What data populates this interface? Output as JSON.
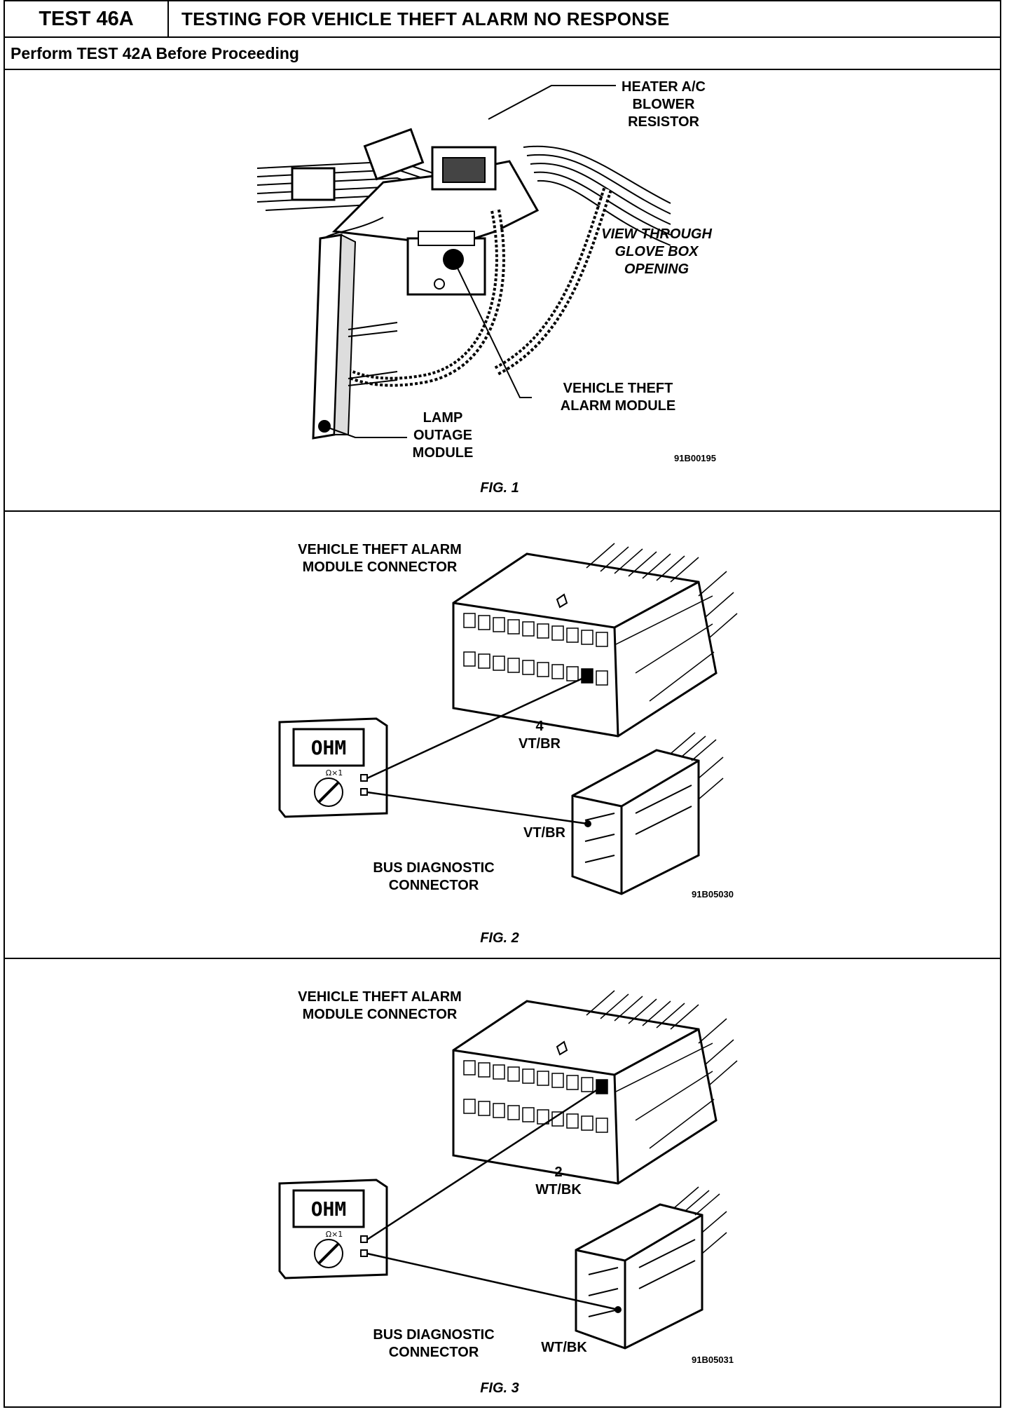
{
  "header": {
    "test_id": "TEST 46A",
    "title": "TESTING FOR VEHICLE THEFT ALARM NO RESPONSE"
  },
  "subheader": "Perform TEST 42A Before Proceeding",
  "fig1": {
    "heater_l1": "HEATER A/C",
    "heater_l2": "BLOWER",
    "heater_l3": "RESISTOR",
    "view_l1": "VIEW THROUGH",
    "view_l2": "GLOVE BOX",
    "view_l3": "OPENING",
    "vta_l1": "VEHICLE THEFT",
    "vta_l2": "ALARM MODULE",
    "lamp_l1": "LAMP",
    "lamp_l2": "OUTAGE",
    "lamp_l3": "MODULE",
    "code": "91B00195",
    "caption": "FIG. 1"
  },
  "fig2": {
    "title_l1": "VEHICLE THEFT ALARM",
    "title_l2": "MODULE CONNECTOR",
    "pin": "4",
    "wire_top": "VT/BR",
    "wire_bottom": "VT/BR",
    "meter_display": "OHM",
    "meter_range": "Ω×1",
    "bus_l1": "BUS DIAGNOSTIC",
    "bus_l2": "CONNECTOR",
    "code": "91B05030",
    "caption": "FIG. 2"
  },
  "fig3": {
    "title_l1": "VEHICLE THEFT ALARM",
    "title_l2": "MODULE CONNECTOR",
    "pin": "2",
    "wire_top": "WT/BK",
    "wire_bottom": "WT/BK",
    "meter_display": "OHM",
    "meter_range": "Ω×1",
    "bus_l1": "BUS DIAGNOSTIC",
    "bus_l2": "CONNECTOR",
    "code": "91B05031",
    "caption": "FIG. 3"
  }
}
